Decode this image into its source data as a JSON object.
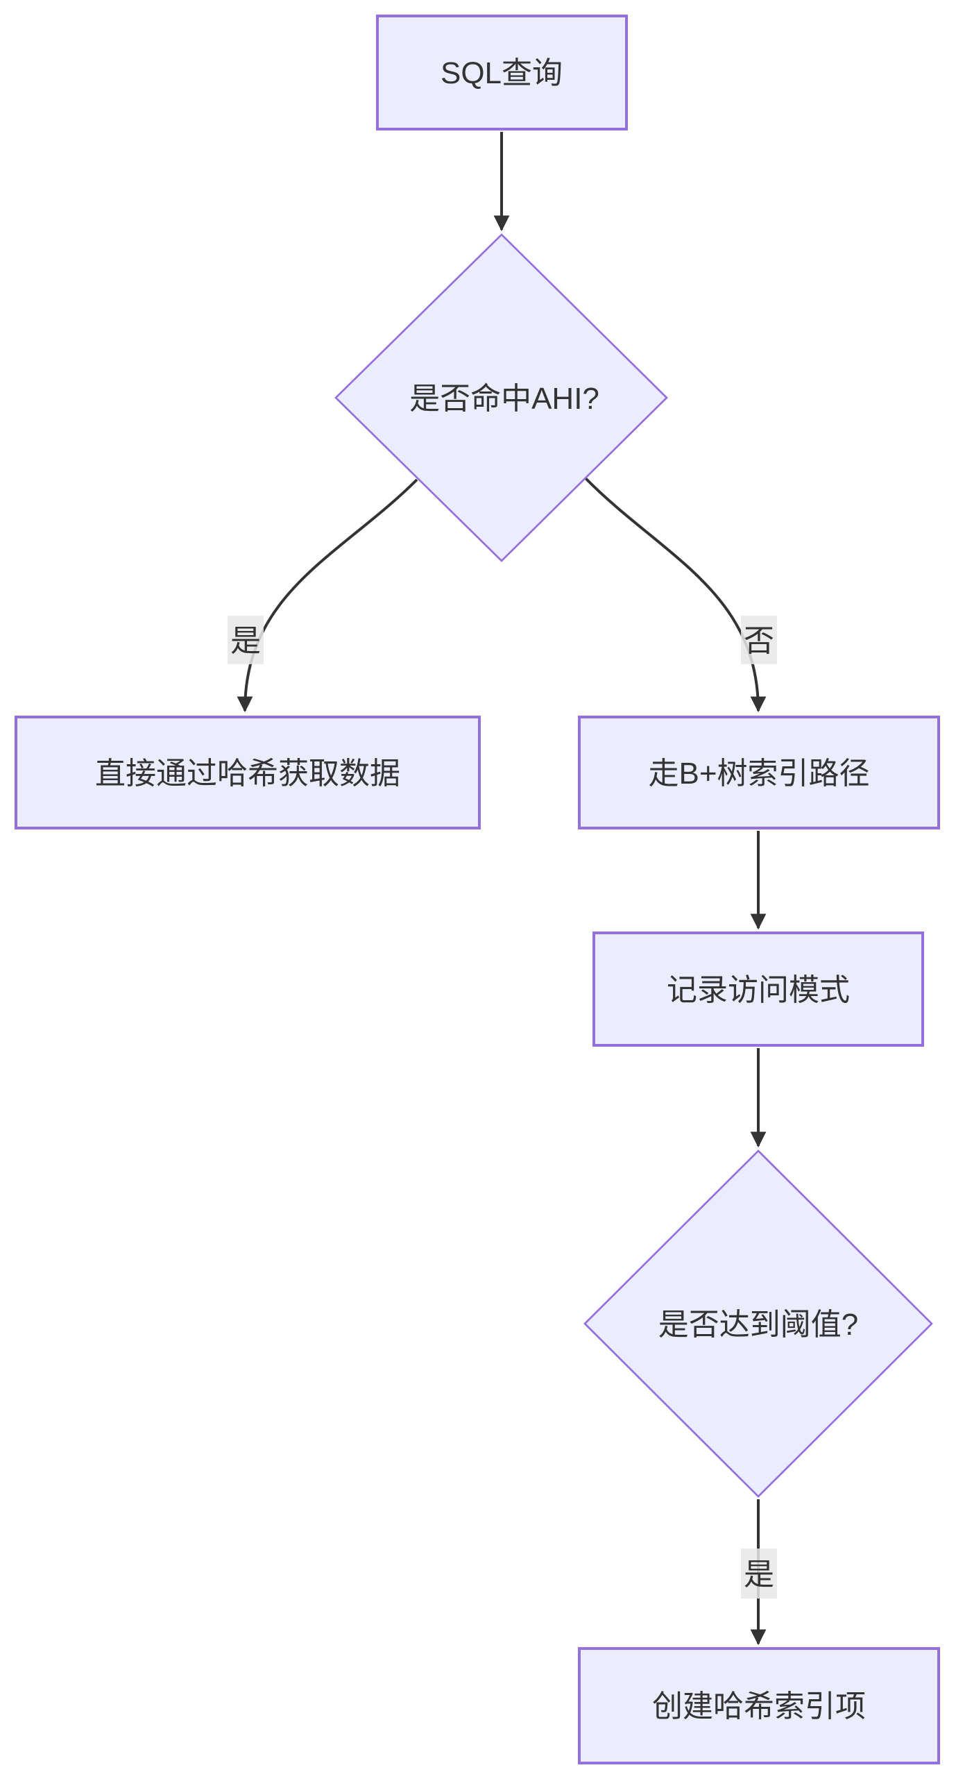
{
  "diagram": {
    "type": "flowchart",
    "direction": "top-down",
    "background": "#ffffff",
    "colors": {
      "node_fill": "#ECECFF",
      "node_border": "#9370DB",
      "edge_line": "#333333",
      "node_text": "#333333",
      "edge_label_bg": "#e8e8e8"
    },
    "nodes": [
      {
        "id": "sql-query",
        "shape": "rect",
        "label": "SQL查询"
      },
      {
        "id": "ahi-hit",
        "shape": "diamond",
        "label": "是否命中AHI?"
      },
      {
        "id": "hash-fetch",
        "shape": "rect",
        "label": "直接通过哈希获取数据"
      },
      {
        "id": "btree-path",
        "shape": "rect",
        "label": "走B+树索引路径"
      },
      {
        "id": "record-access",
        "shape": "rect",
        "label": "记录访问模式"
      },
      {
        "id": "threshold",
        "shape": "diamond",
        "label": "是否达到阈值?"
      },
      {
        "id": "create-hash-index",
        "shape": "rect",
        "label": "创建哈希索引项"
      }
    ],
    "edges": [
      {
        "from": "sql-query",
        "to": "ahi-hit",
        "label": ""
      },
      {
        "from": "ahi-hit",
        "to": "hash-fetch",
        "label": "是"
      },
      {
        "from": "ahi-hit",
        "to": "btree-path",
        "label": "否"
      },
      {
        "from": "btree-path",
        "to": "record-access",
        "label": ""
      },
      {
        "from": "record-access",
        "to": "threshold",
        "label": ""
      },
      {
        "from": "threshold",
        "to": "create-hash-index",
        "label": "是"
      }
    ]
  }
}
